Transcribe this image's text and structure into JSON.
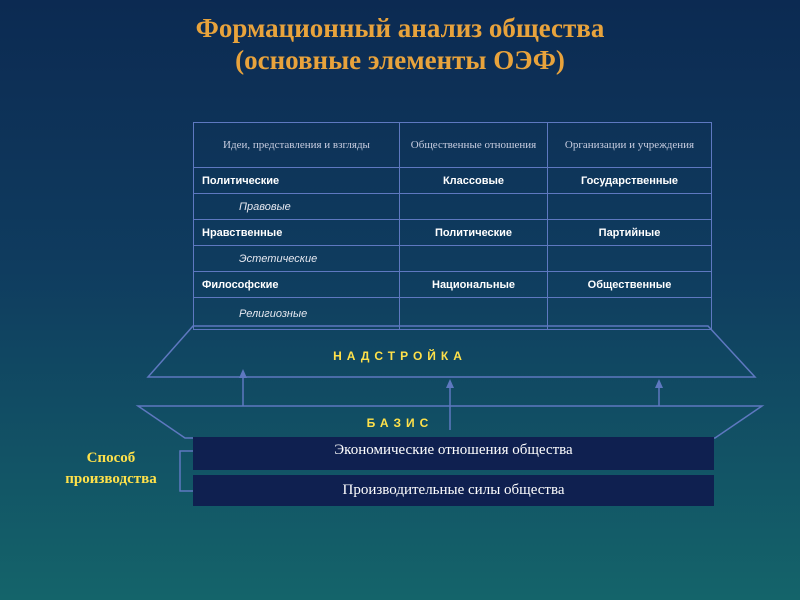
{
  "title": {
    "line1": "Формационный анализ общества",
    "line2": "(основные элементы ОЭФ)"
  },
  "table": {
    "headers": [
      "Идеи, представления и взгляды",
      "Общественные отношения",
      "Организации и учреждения"
    ],
    "rows": [
      [
        "Политические",
        "Классовые",
        "Государственные"
      ],
      [
        "Правовые",
        "",
        ""
      ],
      [
        "Нравственные",
        "Политические",
        "Партийные"
      ],
      [
        "Эстетические",
        "",
        ""
      ],
      [
        "Философские",
        "Национальные",
        "Общественные"
      ],
      [
        "Религиозные",
        "",
        ""
      ]
    ]
  },
  "nadstroyka_label": "НАДСТРОЙКА",
  "bazis_label": "БАЗИС",
  "basis_bars": [
    "Экономические отношения общества",
    "Производительные силы общества"
  ],
  "sposob_label": "Способ производства",
  "colors": {
    "title": "#e8a33c",
    "label_yellow": "#ffe14a",
    "lines": "#5e78c0",
    "bar_fill": "#0f2050"
  }
}
